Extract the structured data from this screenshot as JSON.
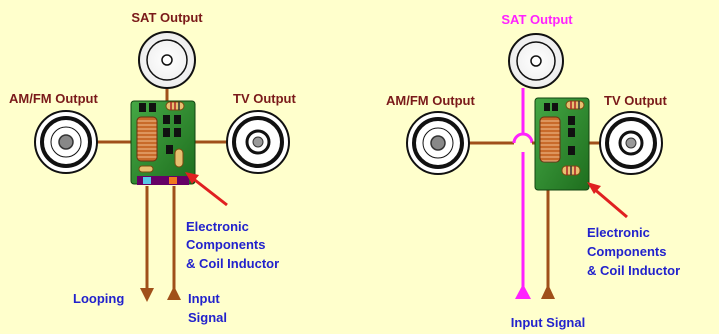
{
  "colors": {
    "background": "#FFFFCC",
    "label_dark_red": "#7A1A1A",
    "label_blue": "#2222CC",
    "label_magenta": "#FF22FF",
    "wire_brown": "#A0501A",
    "board_green": "#2E8B2E",
    "pointer_red": "#E02020",
    "sat_line_magenta": "#FF22FF"
  },
  "left": {
    "sat_label": "SAT Output",
    "amfm_label": "AM/FM Output",
    "tv_label": "TV Output",
    "components_line1": "Electronic",
    "components_line2": "Components",
    "components_line3": "& Coil Inductor",
    "looping_label": "Looping",
    "input_line1": "Input",
    "input_line2": "Signal"
  },
  "right": {
    "sat_label": "SAT Output",
    "amfm_label": "AM/FM Output",
    "tv_label": "TV Output",
    "components_line1": "Electronic",
    "components_line2": "Components",
    "components_line3": "& Coil Inductor",
    "input_label": "Input Signal"
  }
}
